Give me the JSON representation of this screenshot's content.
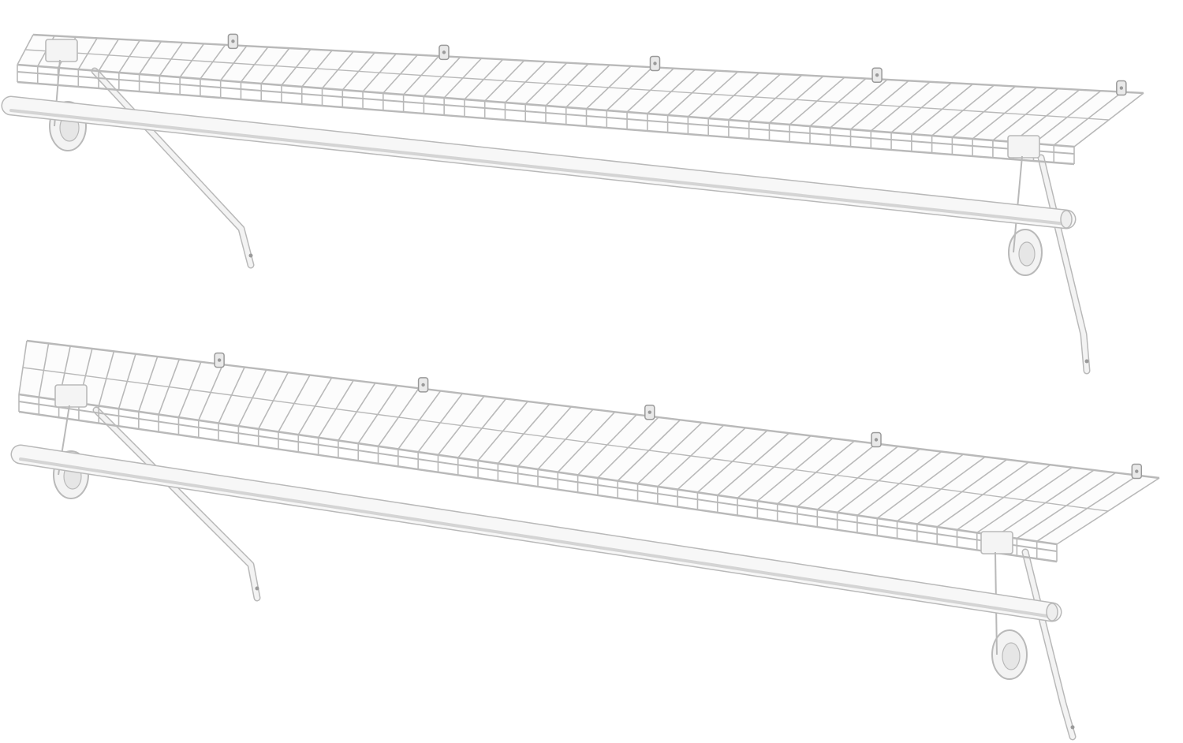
{
  "scene": {
    "background": "#ffffff",
    "wire_color": "#f6f6f6",
    "wire_outline": "#b9b9b9",
    "rod_fill": "#f7f7f7",
    "rod_shadow": "#d4d4d4",
    "bracket_fill": "#f3f3f3",
    "clip_color": "#9a9a9a"
  },
  "products": [
    {
      "name": "upper-shelf-with-rod",
      "wire_count": 52,
      "wall_clips": 5
    },
    {
      "name": "lower-shelf-with-rod",
      "wire_count": 52,
      "wall_clips": 5
    }
  ]
}
